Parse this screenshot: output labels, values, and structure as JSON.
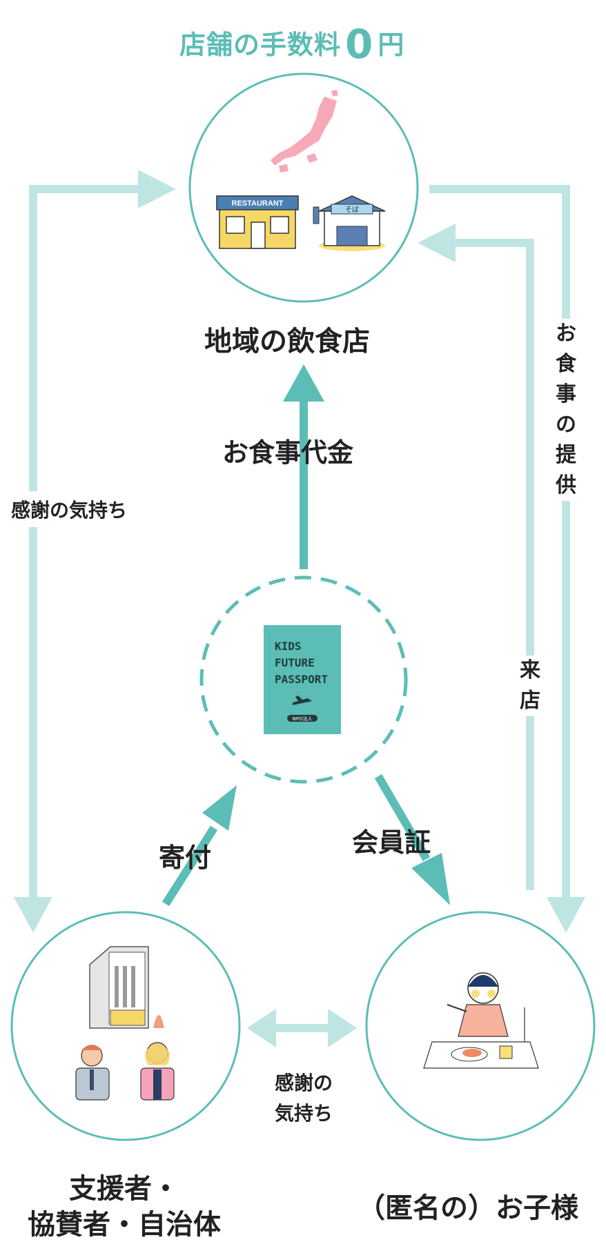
{
  "header": {
    "title_prefix": "店舗の手数料",
    "title_zero": "0",
    "title_suffix": "円"
  },
  "nodes": {
    "restaurant": {
      "label": "地域の飲食店",
      "illustration_sign": "RESTAURANT",
      "shop_sign": "そば"
    },
    "passport": {
      "line1": "KIDS",
      "line2": "FUTURE",
      "line3": "PASSPORT",
      "badge": "NPO法人"
    },
    "supporters": {
      "label_line1": "支援者・",
      "label_line2": "協賛者・自治体"
    },
    "children": {
      "label": "（匿名の）お子様"
    }
  },
  "flows": {
    "meal_payment": "お食事代金",
    "donation": "寄付",
    "membership": "会員証",
    "gratitude_left": "感謝の気持ち",
    "gratitude_bottom_line1": "感謝の",
    "gratitude_bottom_line2": "気持ち",
    "meal_provision": "お食事の提供",
    "visit": "来店"
  },
  "colors": {
    "teal": "#5bbdb6",
    "light_teal": "#bfe5e2",
    "text": "#222222",
    "pink": "#f7a9b8"
  }
}
